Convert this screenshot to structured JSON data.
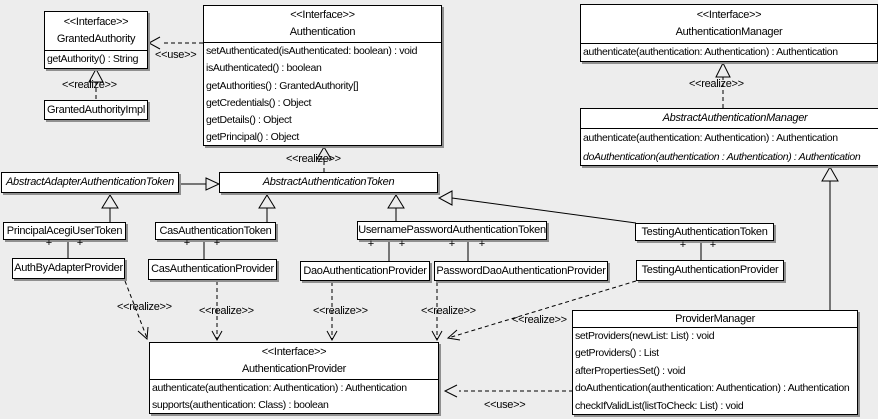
{
  "diagram_bg": "#ededed",
  "classes": {
    "granted_authority": {
      "stereotype": "<<Interface>>",
      "name": "GrantedAuthority",
      "methods": [
        "getAuthority() : String"
      ]
    },
    "granted_authority_impl": {
      "name": "GrantedAuthorityImpl"
    },
    "authentication": {
      "stereotype": "<<Interface>>",
      "name": "Authentication",
      "methods": [
        "setAuthenticated(isAuthenticated: boolean) : void",
        "isAuthenticated() : boolean",
        "getAuthorities() : GrantedAuthority[]",
        "getCredentials() : Object",
        "getDetails() : Object",
        "getPrincipal() : Object"
      ]
    },
    "authentication_manager": {
      "stereotype": "<<Interface>>",
      "name": "AuthenticationManager",
      "methods": [
        "authenticate(authentication: Authentication) : Authentication"
      ]
    },
    "abstract_authentication_manager": {
      "name": "AbstractAuthenticationManager",
      "methods": [
        "authenticate(authentication: Authentication) : Authentication",
        "doAuthentication(authentication : Authentication) : Authentication"
      ]
    },
    "abstract_adapter_authentication_token": {
      "name": "AbstractAdapterAuthenticationToken"
    },
    "abstract_authentication_token": {
      "name": "AbstractAuthenticationToken"
    },
    "principal_acegi_user_token": {
      "name": "PrincipalAcegiUserToken"
    },
    "cas_authentication_token": {
      "name": "CasAuthenticationToken"
    },
    "username_password_authentication_token": {
      "name": "UsernamePasswordAuthenticationToken"
    },
    "testing_authentication_token": {
      "name": "TestingAuthenticationToken"
    },
    "auth_by_adapter_provider": {
      "name": "AuthByAdapterProvider"
    },
    "cas_authentication_provider": {
      "name": "CasAuthenticationProvider"
    },
    "dao_authentication_provider": {
      "name": "DaoAuthenticationProvider"
    },
    "password_dao_authentication_provider": {
      "name": "PasswordDaoAuthenticationProvider"
    },
    "testing_authentication_provider": {
      "name": "TestingAuthenticationProvider"
    },
    "authentication_provider": {
      "stereotype": "<<Interface>>",
      "name": "AuthenticationProvider",
      "methods": [
        "authenticate(authentication: Authentication) : Authentication",
        "supports(authentication: Class) : boolean"
      ]
    },
    "provider_manager": {
      "name": "ProviderManager",
      "methods": [
        "setProviders(newList: List) : void",
        "getProviders() : List",
        "afterPropertiesSet() : void",
        "doAuthentication(authentication: Authentication) : Authentication",
        "checkIfValidList(listToCheck: List) : void"
      ]
    }
  },
  "edge_labels": {
    "use": "<<use>>",
    "realize": "<<realize>>",
    "plus": "+"
  }
}
